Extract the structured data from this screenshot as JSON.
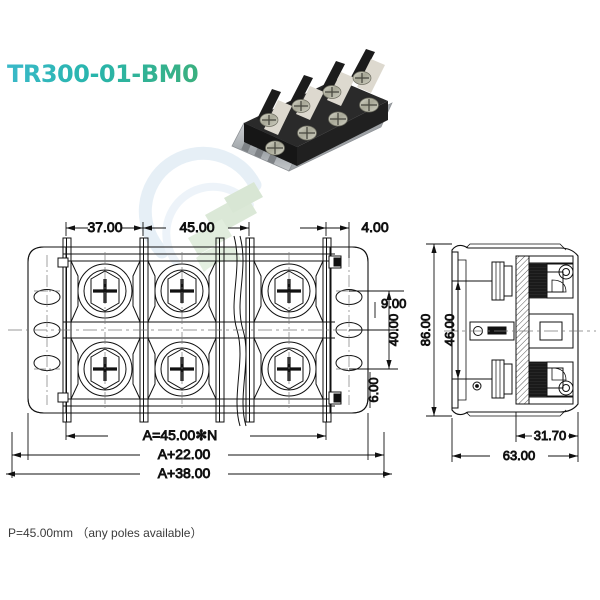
{
  "page": {
    "title": "TR300-01-BM0",
    "caption": "P=45.00mm （any poles available）",
    "bg_color": "#ffffff",
    "title_color": "#2cb6b6",
    "line_color": "#111111"
  },
  "product_photo": {
    "alt_name": "terminal-block-photo",
    "body_color": "#1b1b1b",
    "screw_color": "#b9b9a8",
    "bracket_color": "#b0b3b6",
    "barrier_color": "#e8e8e4",
    "poles": 4
  },
  "watermark": {
    "arc_color": "#cfe0ef",
    "letter_color": "#b9d3b0",
    "text": ""
  },
  "front_view": {
    "name": "front-view",
    "poles_shown": 3,
    "mount_holes_per_side": 3,
    "dimensions": {
      "first_pitch": "37.00",
      "pitch": "45.00",
      "edge": "4.00",
      "hole_edge_offset": "9.00",
      "hole_span": "40.00",
      "hole_bottom_offset": "6.00",
      "overall_a": "A=45.00✻N",
      "overall_a22": "A+22.00",
      "overall_a38": "A+38.00"
    }
  },
  "side_view": {
    "name": "side-view",
    "dimensions": {
      "height_total": "86.00",
      "height_inner": "46.00",
      "depth_inner": "31.70",
      "depth_total": "63.00"
    }
  }
}
